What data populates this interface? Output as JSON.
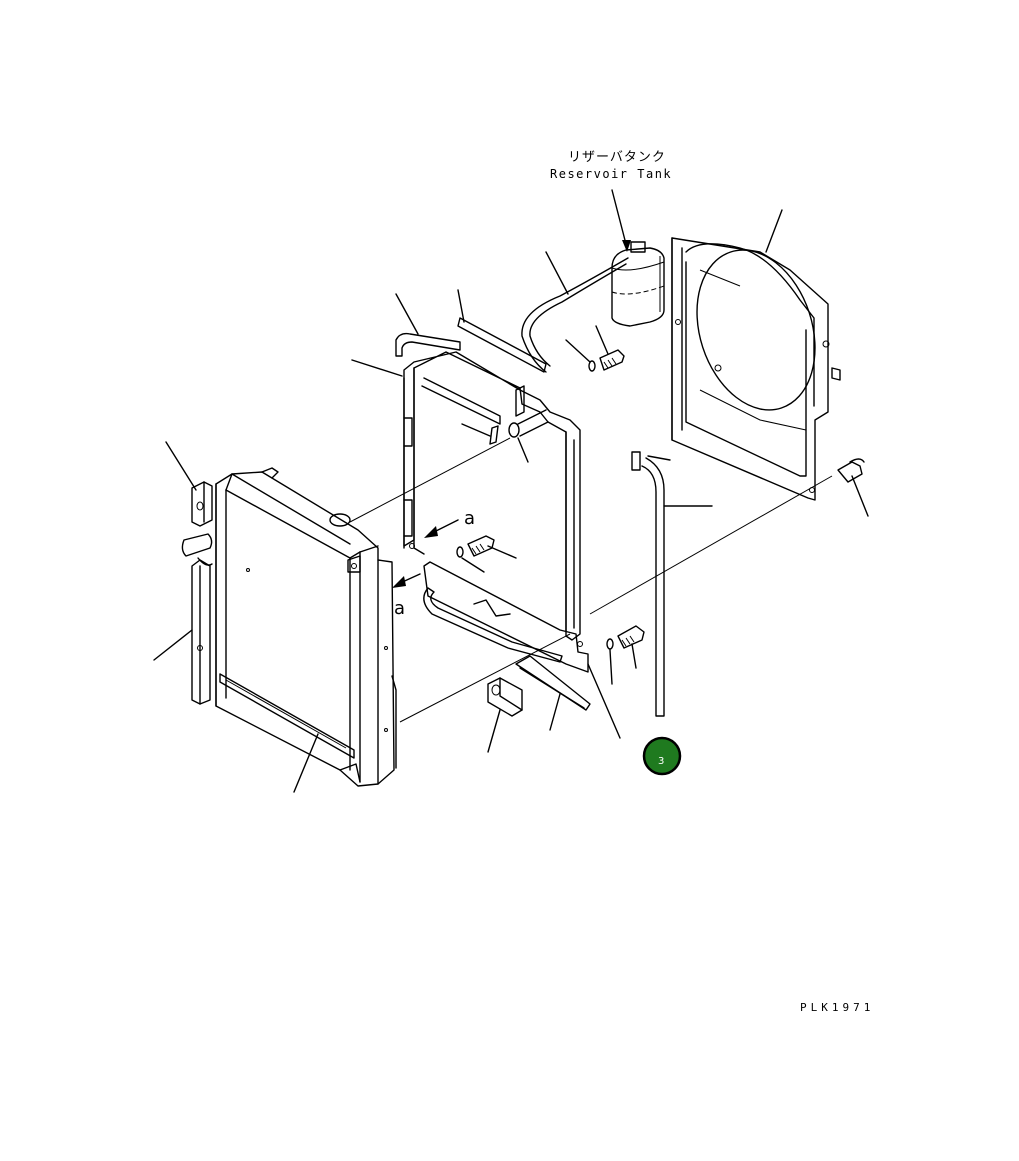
{
  "diagram": {
    "callout_reservoir": {
      "jp": "リザーバタンク",
      "en": "Reservoir Tank"
    },
    "view_marker_upper": "a",
    "view_marker_lower": "a",
    "drawing_code": "PLK1971",
    "badge": {
      "number": "3",
      "color": "#1f7a1f"
    }
  }
}
